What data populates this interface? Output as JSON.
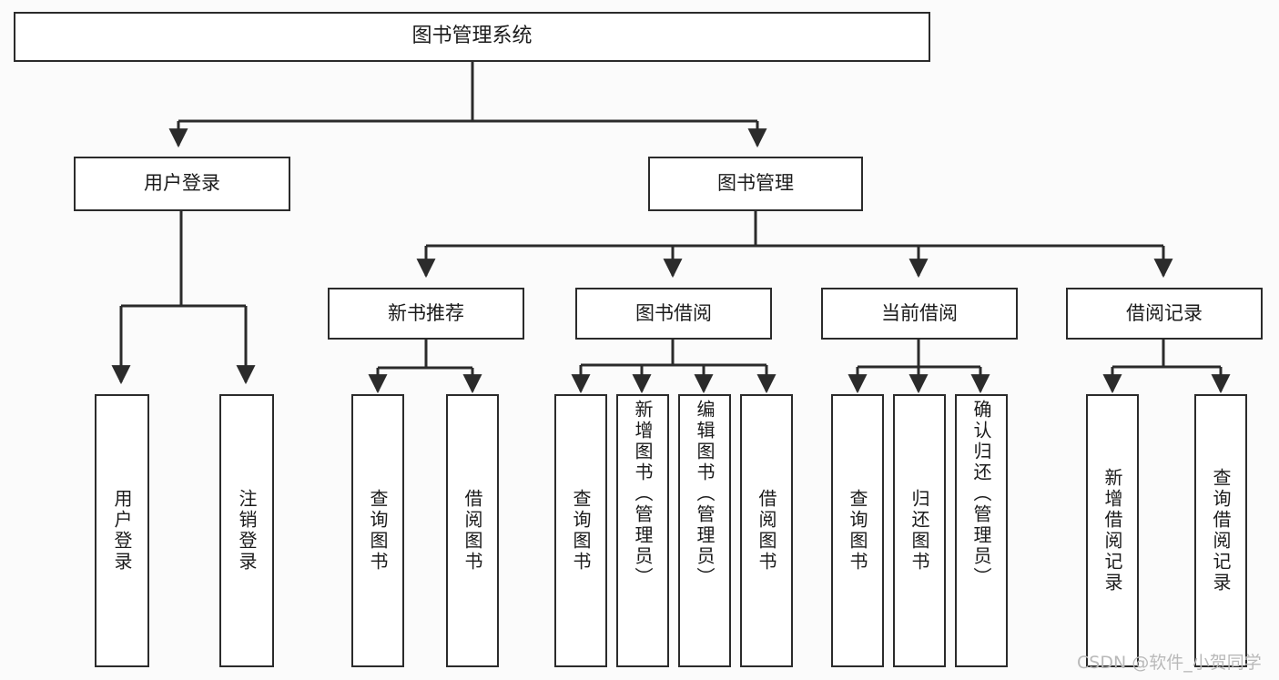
{
  "diagram": {
    "title": "图书管理系统",
    "type": "hierarchy-tree",
    "background_color": "#fbfbfb",
    "box_fill": "#ffffff",
    "box_stroke": "#2b2b2b",
    "edge_color": "#2b2b2b"
  },
  "nodes": {
    "root": {
      "label": "图书管理系统"
    },
    "level2": [
      {
        "id": "user-login",
        "label": "用户登录"
      },
      {
        "id": "book-manage",
        "label": "图书管理"
      }
    ],
    "level3": [
      {
        "id": "new-book-recommend",
        "label": "新书推荐"
      },
      {
        "id": "book-borrow",
        "label": "图书借阅"
      },
      {
        "id": "current-borrow",
        "label": "当前借阅"
      },
      {
        "id": "borrow-record",
        "label": "借阅记录"
      }
    ],
    "leaves": {
      "user_login": [
        {
          "id": "leaf-user-login",
          "label": "用户登录"
        },
        {
          "id": "leaf-logout-login",
          "label": "注销登录"
        }
      ],
      "new_book_recommend": [
        {
          "id": "leaf-query-book-1",
          "label": "查询图书"
        },
        {
          "id": "leaf-borrow-book-1",
          "label": "借阅图书"
        }
      ],
      "book_borrow": [
        {
          "id": "leaf-query-book-2",
          "label": "查询图书"
        },
        {
          "id": "leaf-add-book",
          "label": "新增图书（管理员）"
        },
        {
          "id": "leaf-edit-book",
          "label": "编辑图书（管理员）"
        },
        {
          "id": "leaf-borrow-book-2",
          "label": "借阅图书"
        }
      ],
      "current_borrow": [
        {
          "id": "leaf-query-book-3",
          "label": "查询图书"
        },
        {
          "id": "leaf-return-book",
          "label": "归还图书"
        },
        {
          "id": "leaf-confirm-return",
          "label": "确认归还（管理员）"
        }
      ],
      "borrow_record": [
        {
          "id": "leaf-add-borrow-record",
          "label": "新增借阅记录"
        },
        {
          "id": "leaf-query-borrow-record",
          "label": "查询借阅记录"
        }
      ]
    }
  },
  "watermark": {
    "text": "CSDN @软件_小贺同学"
  }
}
